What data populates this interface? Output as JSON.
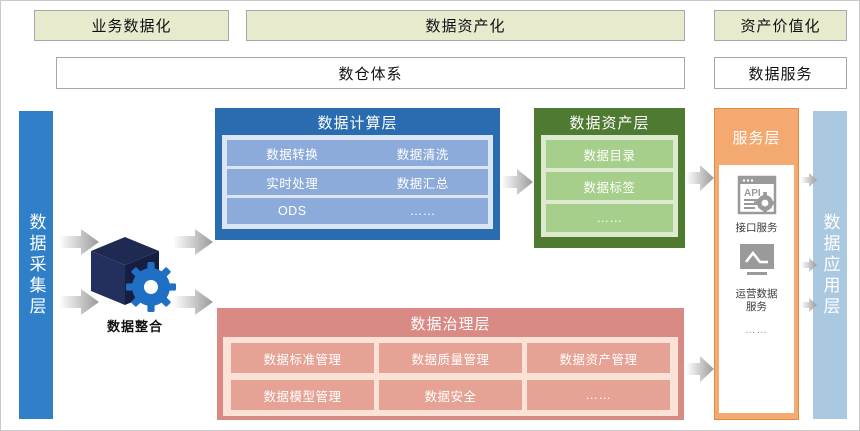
{
  "top_chips": [
    {
      "id": "business-digitization",
      "label": "业务数据化"
    },
    {
      "id": "data-assetization",
      "label": "数据资产化"
    },
    {
      "id": "asset-valorization",
      "label": "资产价值化"
    }
  ],
  "sub_boxes": [
    {
      "id": "data-warehouse-system",
      "label": "数仓体系"
    },
    {
      "id": "data-service",
      "label": "数据服务"
    }
  ],
  "bands": {
    "collect": {
      "label": "数据采集层",
      "color": "#2f80c8"
    },
    "application": {
      "label": "数据应用层",
      "color": "#aac9e0"
    }
  },
  "integration": {
    "label": "数据整合",
    "cube_color": "#1f2a52",
    "gear_color": "#1f6fc4",
    "icon": "cube-gear-icon"
  },
  "panels": {
    "compute": {
      "title": "数据计算层",
      "header_color": "#2a6cb0",
      "body_color": "#dbe5f3",
      "cell_color": "#8cabdb",
      "rows": [
        [
          "数据转换",
          "数据清洗"
        ],
        [
          "实时处理",
          "数据汇总"
        ],
        [
          "ODS",
          "……"
        ]
      ]
    },
    "asset": {
      "title": "数据资产层",
      "header_color": "#4e7a32",
      "body_color": "#dcead0",
      "cell_color": "#a5cf8b",
      "items": [
        "数据目录",
        "数据标签",
        "……"
      ]
    },
    "governance": {
      "title": "数据治理层",
      "header_color": "#d98a84",
      "body_color": "#fbe2d6",
      "cell_color": "#e6a294",
      "rows": [
        [
          "数据标准管理",
          "数据质量管理",
          "数据资产管理"
        ],
        [
          "数据模型管理",
          "数据安全",
          "……"
        ]
      ]
    },
    "service": {
      "title": "服务层",
      "header_color": "#f4a971",
      "items": [
        {
          "icon": "api-window-icon",
          "label": "接口服务"
        },
        {
          "icon": "monitor-chart-icon",
          "label": "运营数据\n服务"
        }
      ],
      "more": "……"
    }
  },
  "arrows": {
    "count": 10,
    "style": "gradient-right-arrow",
    "color_from": "#ffffff",
    "color_to": "#9a9a9a"
  }
}
